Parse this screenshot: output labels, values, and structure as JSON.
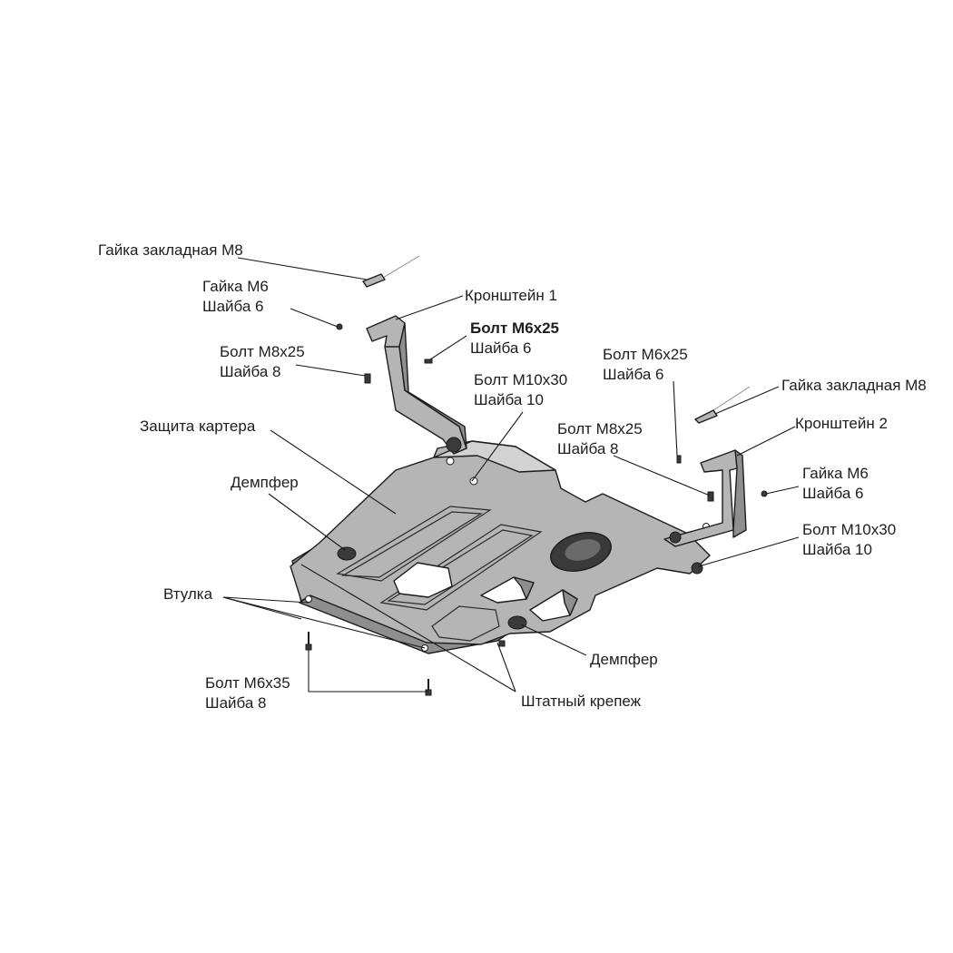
{
  "labels": {
    "nut_embedded_left": "Гайка закладная М8",
    "nut_m6_left": "Гайка М6",
    "washer6_left": "Шайба 6",
    "bracket_1": "Кронштейн 1",
    "bolt_m6x25_left": "Болт М6x25",
    "washer6_mid": "Шайба 6",
    "bolt_m8x25_left": "Болт М8x25",
    "washer8_left": "Шайба 8",
    "bolt_m6x25_right": "Болт М6x25",
    "washer6_right": "Шайба 6",
    "bolt_m10x30_mid": "Болт М10x30",
    "washer10_mid": "Шайба 10",
    "nut_embedded_right": "Гайка закладная М8",
    "crankcase_guard": "Защита картера",
    "bracket_2": "Кронштейн 2",
    "bolt_m8x25_right": "Болт М8x25",
    "washer8_right": "Шайба 8",
    "damper_left": "Демпфер",
    "nut_m6_right": "Гайка М6",
    "washer6_far_right": "Шайба 6",
    "bolt_m10x30_right": "Болт М10x30",
    "washer10_right": "Шайба 10",
    "bushing": "Втулка",
    "damper_right": "Демпфер",
    "bolt_m6x35": "Болт М6x35",
    "washer8_bottom": "Шайба 8",
    "standard_fasteners": "Штатный крепеж"
  },
  "colors": {
    "plate": "#b5b5b5",
    "plate_shadow": "#8e8e8e",
    "outline": "#1c1c1c",
    "text": "#1e1e1e"
  }
}
